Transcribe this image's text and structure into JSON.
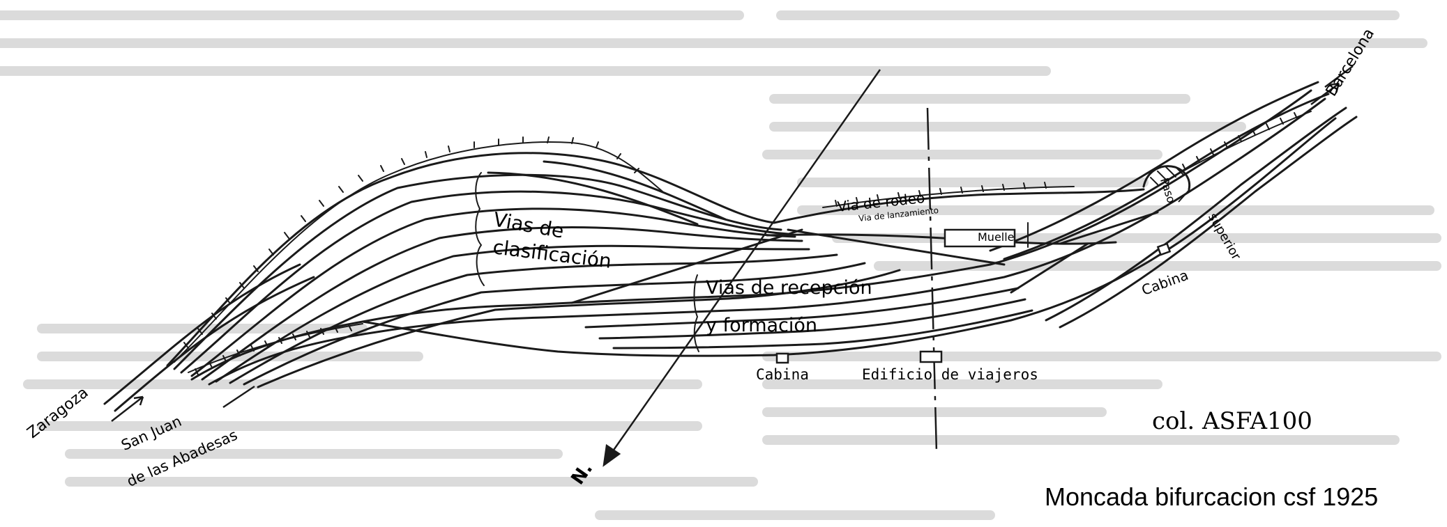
{
  "caption": {
    "collection": "col. ASFA100",
    "title": "Moncada bifurcacion csf 1925"
  },
  "labels": {
    "zaragoza": "Zaragoza",
    "san_juan_line1": "San Juan",
    "san_juan_line2": "de las Abadesas",
    "barcelona": "Barcelona",
    "north": "N.",
    "vias_clasificacion_1": "Vias de",
    "vias_clasificacion_2": "clasificación",
    "vias_recepcion_1": "Vias de recepción",
    "vias_recepcion_2": "y formación",
    "via_rodeo": "Via de rodeo",
    "via_lanzamiento": "Via de lanzamiento",
    "muelle": "Muelle",
    "cabina_left": "Cabina",
    "cabina_right": "Cabina",
    "edificio": "Edificio de viajeros",
    "paso": "Paso",
    "superior": "superior"
  },
  "colors": {
    "ink": "#1a1a1a",
    "scan_text": "#c9c9c9",
    "background": "#ffffff"
  }
}
